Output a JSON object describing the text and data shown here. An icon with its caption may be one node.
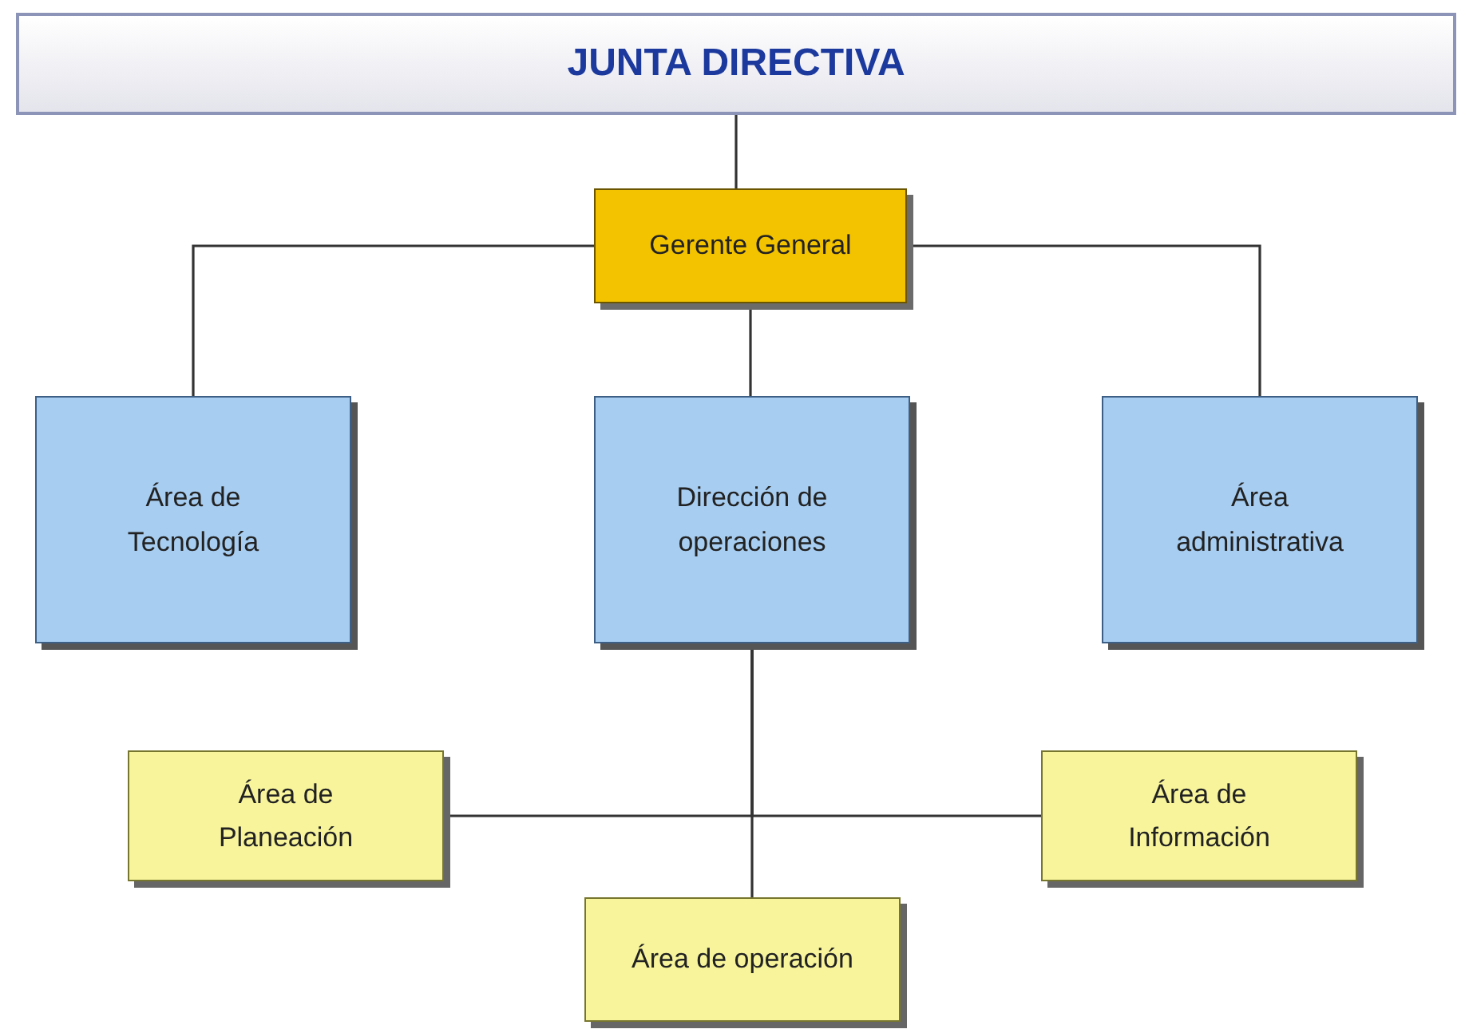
{
  "diagram": {
    "nodes": [
      {
        "text": [
          "JUNTA DIRECTIVA"
        ]
      },
      {
        "text": [
          "Gerente General"
        ]
      },
      {
        "text": [
          "Área de Tecnología"
        ]
      },
      {
        "text": [
          "Dirección de operaciones"
        ]
      },
      {
        "text": [
          "Área administrativa"
        ]
      },
      {
        "text": [
          "Área de Planeación"
        ]
      },
      {
        "text": [
          "Área de Información"
        ]
      },
      {
        "text": [
          "Área de operación"
        ]
      }
    ],
    "edges": [
      {
        "from": 0,
        "to": 1,
        "arrow": "none"
      },
      {
        "from": 1,
        "to": 2,
        "arrow": "none"
      },
      {
        "from": 1,
        "to": 3,
        "arrow": "none"
      },
      {
        "from": 1,
        "to": 4,
        "arrow": "none"
      },
      {
        "from": 3,
        "to": 5,
        "arrow": "none"
      },
      {
        "from": 3,
        "to": 6,
        "arrow": "none"
      },
      {
        "from": 3,
        "to": 7,
        "arrow": "none"
      }
    ]
  }
}
